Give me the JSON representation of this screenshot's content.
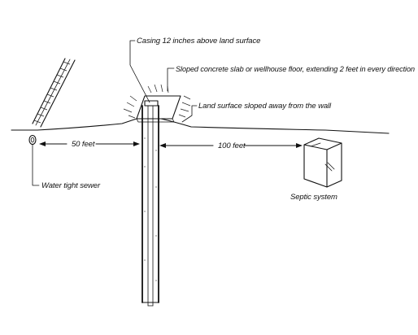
{
  "labels": {
    "casing": "Casing 12 inches above land surface",
    "slab": "Sloped concrete slab or wellhouse floor, extending 2 feet in every direction",
    "land_surface": "Land surface sloped away from the wall",
    "dist_sewer": "50 feet",
    "dist_septic": "100 feet",
    "sewer": "Water tight sewer",
    "septic": "Septic system"
  }
}
